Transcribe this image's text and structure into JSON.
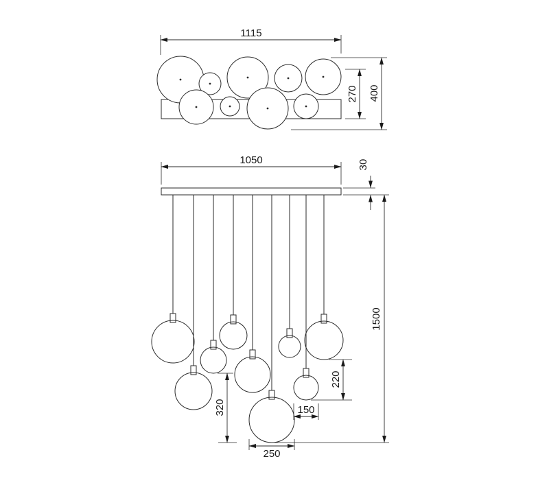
{
  "drawing": {
    "type": "pendant-chandelier-technical-drawing",
    "background_color": "#ffffff",
    "stroke_color": "#2a2a2a"
  },
  "dimensions": {
    "top_width": "1115",
    "top_depth_inner": "270",
    "top_depth_overall": "400",
    "canopy_width": "1050",
    "canopy_thickness": "30",
    "overall_drop": "1500",
    "drop_offset_center": "320",
    "drop_offset_right": "220",
    "globe_diameter_small": "150",
    "globe_diameter_large": "250"
  }
}
